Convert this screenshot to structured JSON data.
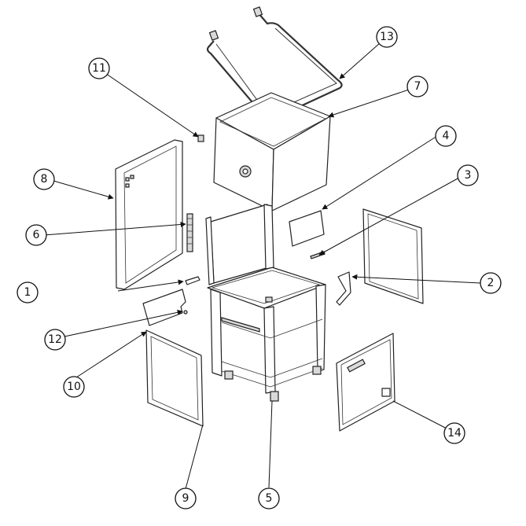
{
  "diagram": {
    "type": "exploded-parts-view",
    "callouts": [
      "1",
      "2",
      "3",
      "4",
      "5",
      "6",
      "7",
      "8",
      "9",
      "10",
      "11",
      "12",
      "13",
      "14"
    ]
  }
}
